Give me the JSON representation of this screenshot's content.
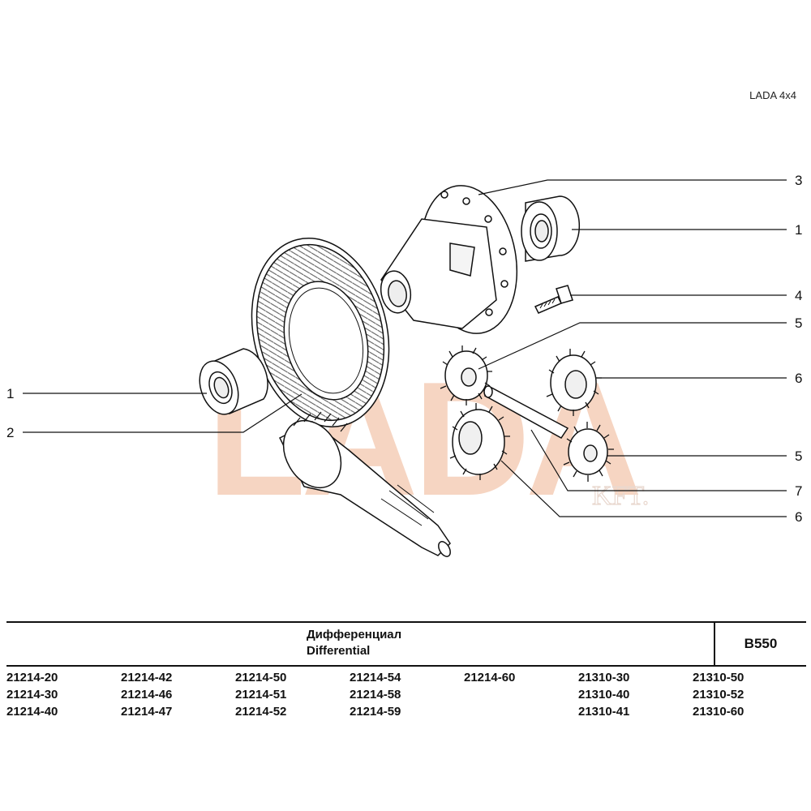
{
  "header": {
    "brand": "LADA 4x4"
  },
  "watermark": {
    "text": "LADA",
    "subtext": "KFT."
  },
  "callouts": [
    {
      "id": "c-left-1",
      "number": "1"
    },
    {
      "id": "c-left-2",
      "number": "2"
    },
    {
      "id": "c-right-3",
      "number": "3"
    },
    {
      "id": "c-right-1",
      "number": "1"
    },
    {
      "id": "c-right-4",
      "number": "4"
    },
    {
      "id": "c-right-5a",
      "number": "5"
    },
    {
      "id": "c-right-6a",
      "number": "6"
    },
    {
      "id": "c-right-5b",
      "number": "5"
    },
    {
      "id": "c-right-7",
      "number": "7"
    },
    {
      "id": "c-right-6b",
      "number": "6"
    }
  ],
  "title": {
    "ru": "Дифференциал",
    "en": "Differential",
    "code": "B550"
  },
  "models": [
    [
      "21214-20",
      "21214-30",
      "21214-40"
    ],
    [
      "21214-42",
      "21214-46",
      "21214-47"
    ],
    [
      "21214-50",
      "21214-51",
      "21214-52"
    ],
    [
      "21214-54",
      "21214-58",
      "21214-59"
    ],
    [
      "21214-60"
    ],
    [
      "21310-30",
      "21310-40",
      "21310-41"
    ],
    [
      "21310-50",
      "21310-52",
      "21310-60"
    ]
  ],
  "colors": {
    "watermark": "#f4c7ae",
    "line": "#111111"
  }
}
